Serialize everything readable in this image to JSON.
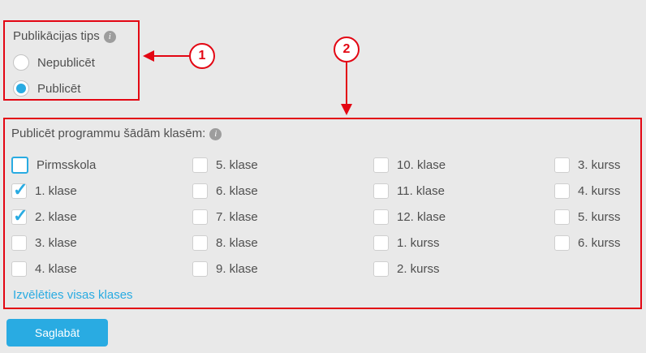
{
  "colors": {
    "accent_blue": "#29abe2",
    "annotation_red": "#e30613",
    "background": "#e9e9e9",
    "text": "#4f4f4f"
  },
  "icons": {
    "check": "✓",
    "info": "i"
  },
  "publication_type": {
    "title": "Publikācijas tips",
    "options": [
      {
        "label": "Nepublicēt",
        "selected": false
      },
      {
        "label": "Publicēt",
        "selected": true
      }
    ]
  },
  "classes": {
    "title": "Publicēt programmu šādām klasēm:",
    "select_all": "Izvēlēties visas klases",
    "columns": [
      [
        {
          "label": "Pirmsskola",
          "checked": false,
          "highlighted": true
        },
        {
          "label": "1. klase",
          "checked": true
        },
        {
          "label": "2. klase",
          "checked": true
        },
        {
          "label": "3. klase",
          "checked": false
        },
        {
          "label": "4. klase",
          "checked": false
        }
      ],
      [
        {
          "label": "5. klase",
          "checked": false
        },
        {
          "label": "6. klase",
          "checked": false
        },
        {
          "label": "7. klase",
          "checked": false
        },
        {
          "label": "8. klase",
          "checked": false
        },
        {
          "label": "9. klase",
          "checked": false
        }
      ],
      [
        {
          "label": "10. klase",
          "checked": false
        },
        {
          "label": "11. klase",
          "checked": false
        },
        {
          "label": "12. klase",
          "checked": false
        },
        {
          "label": "1. kurss",
          "checked": false
        },
        {
          "label": "2. kurss",
          "checked": false
        }
      ],
      [
        {
          "label": "3. kurss",
          "checked": false
        },
        {
          "label": "4. kurss",
          "checked": false
        },
        {
          "label": "5. kurss",
          "checked": false
        },
        {
          "label": "6. kurss",
          "checked": false
        }
      ]
    ]
  },
  "annotations": [
    {
      "number": "1"
    },
    {
      "number": "2"
    }
  ],
  "save_button": {
    "label": "Saglabāt"
  }
}
